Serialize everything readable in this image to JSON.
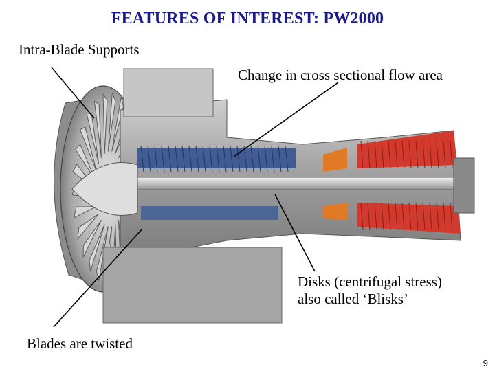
{
  "slide": {
    "title": "FEATURES OF INTEREST: PW2000",
    "page_number": "9"
  },
  "labels": {
    "intra_blade": "Intra-Blade Supports",
    "flow_area": "Change in cross sectional flow area",
    "disks_line1": "Disks (centrifugal stress)",
    "disks_line2": "also called ‘Blisks’",
    "blades_twisted": "Blades are twisted"
  },
  "colors": {
    "title": "#1a1a8c",
    "casing_grey": "#b8b8b8",
    "compressor_blue": "#2f4f8f",
    "turbine_red": "#d23a2e",
    "combustor_orange": "#e07a25"
  }
}
